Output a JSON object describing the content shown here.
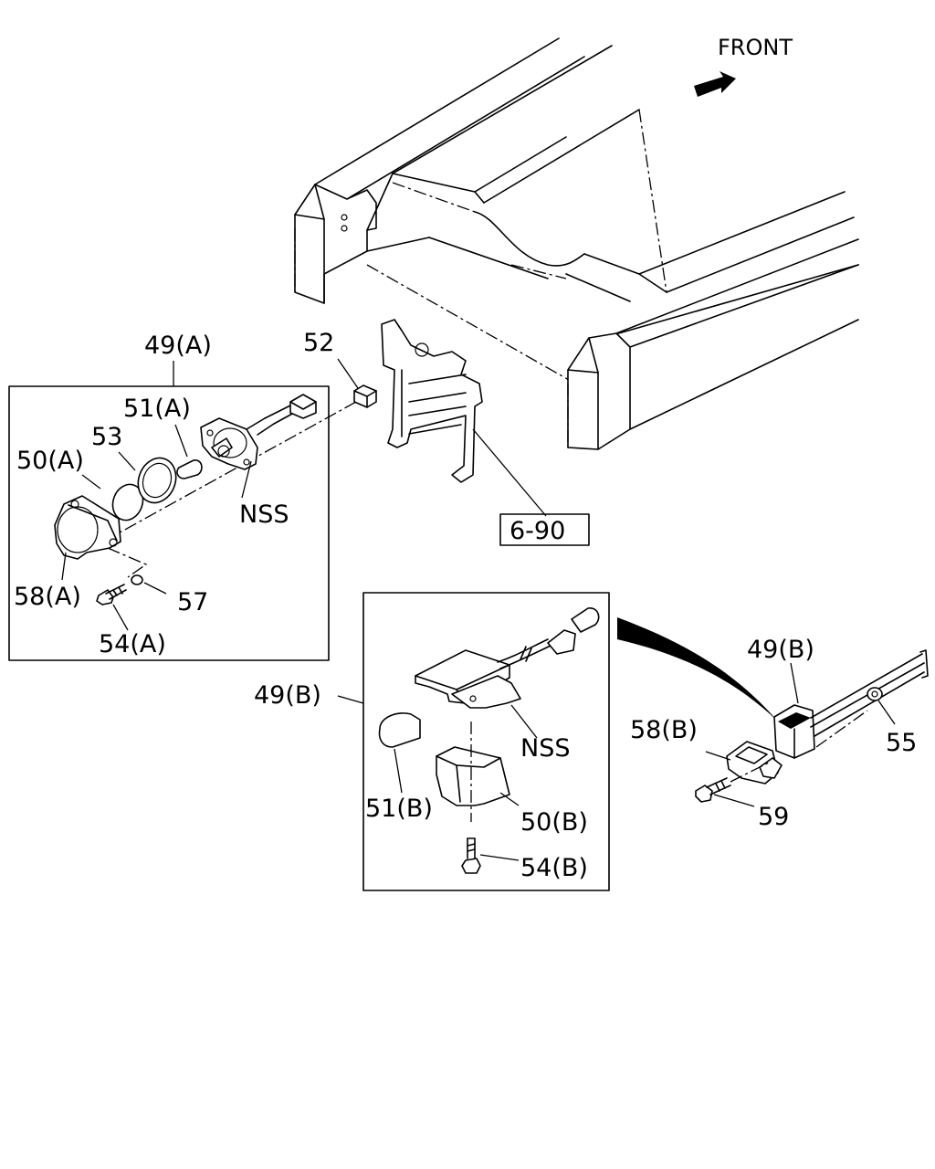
{
  "diagram": {
    "orientation": "FRONT",
    "callouts": {
      "p49a": "49(A)",
      "p52": "52",
      "p51a": "51(A)",
      "p53": "53",
      "p50a": "50(A)",
      "nss1": "NSS",
      "p58a": "58(A)",
      "p57": "57",
      "p54a": "54(A)",
      "ref": "6-90",
      "p49b_box": "49(B)",
      "nss2": "NSS",
      "p51b": "51(B)",
      "p50b": "50(B)",
      "p54b": "54(B)",
      "p49b": "49(B)",
      "p58b": "58(B)",
      "p55": "55",
      "p59": "59"
    }
  }
}
